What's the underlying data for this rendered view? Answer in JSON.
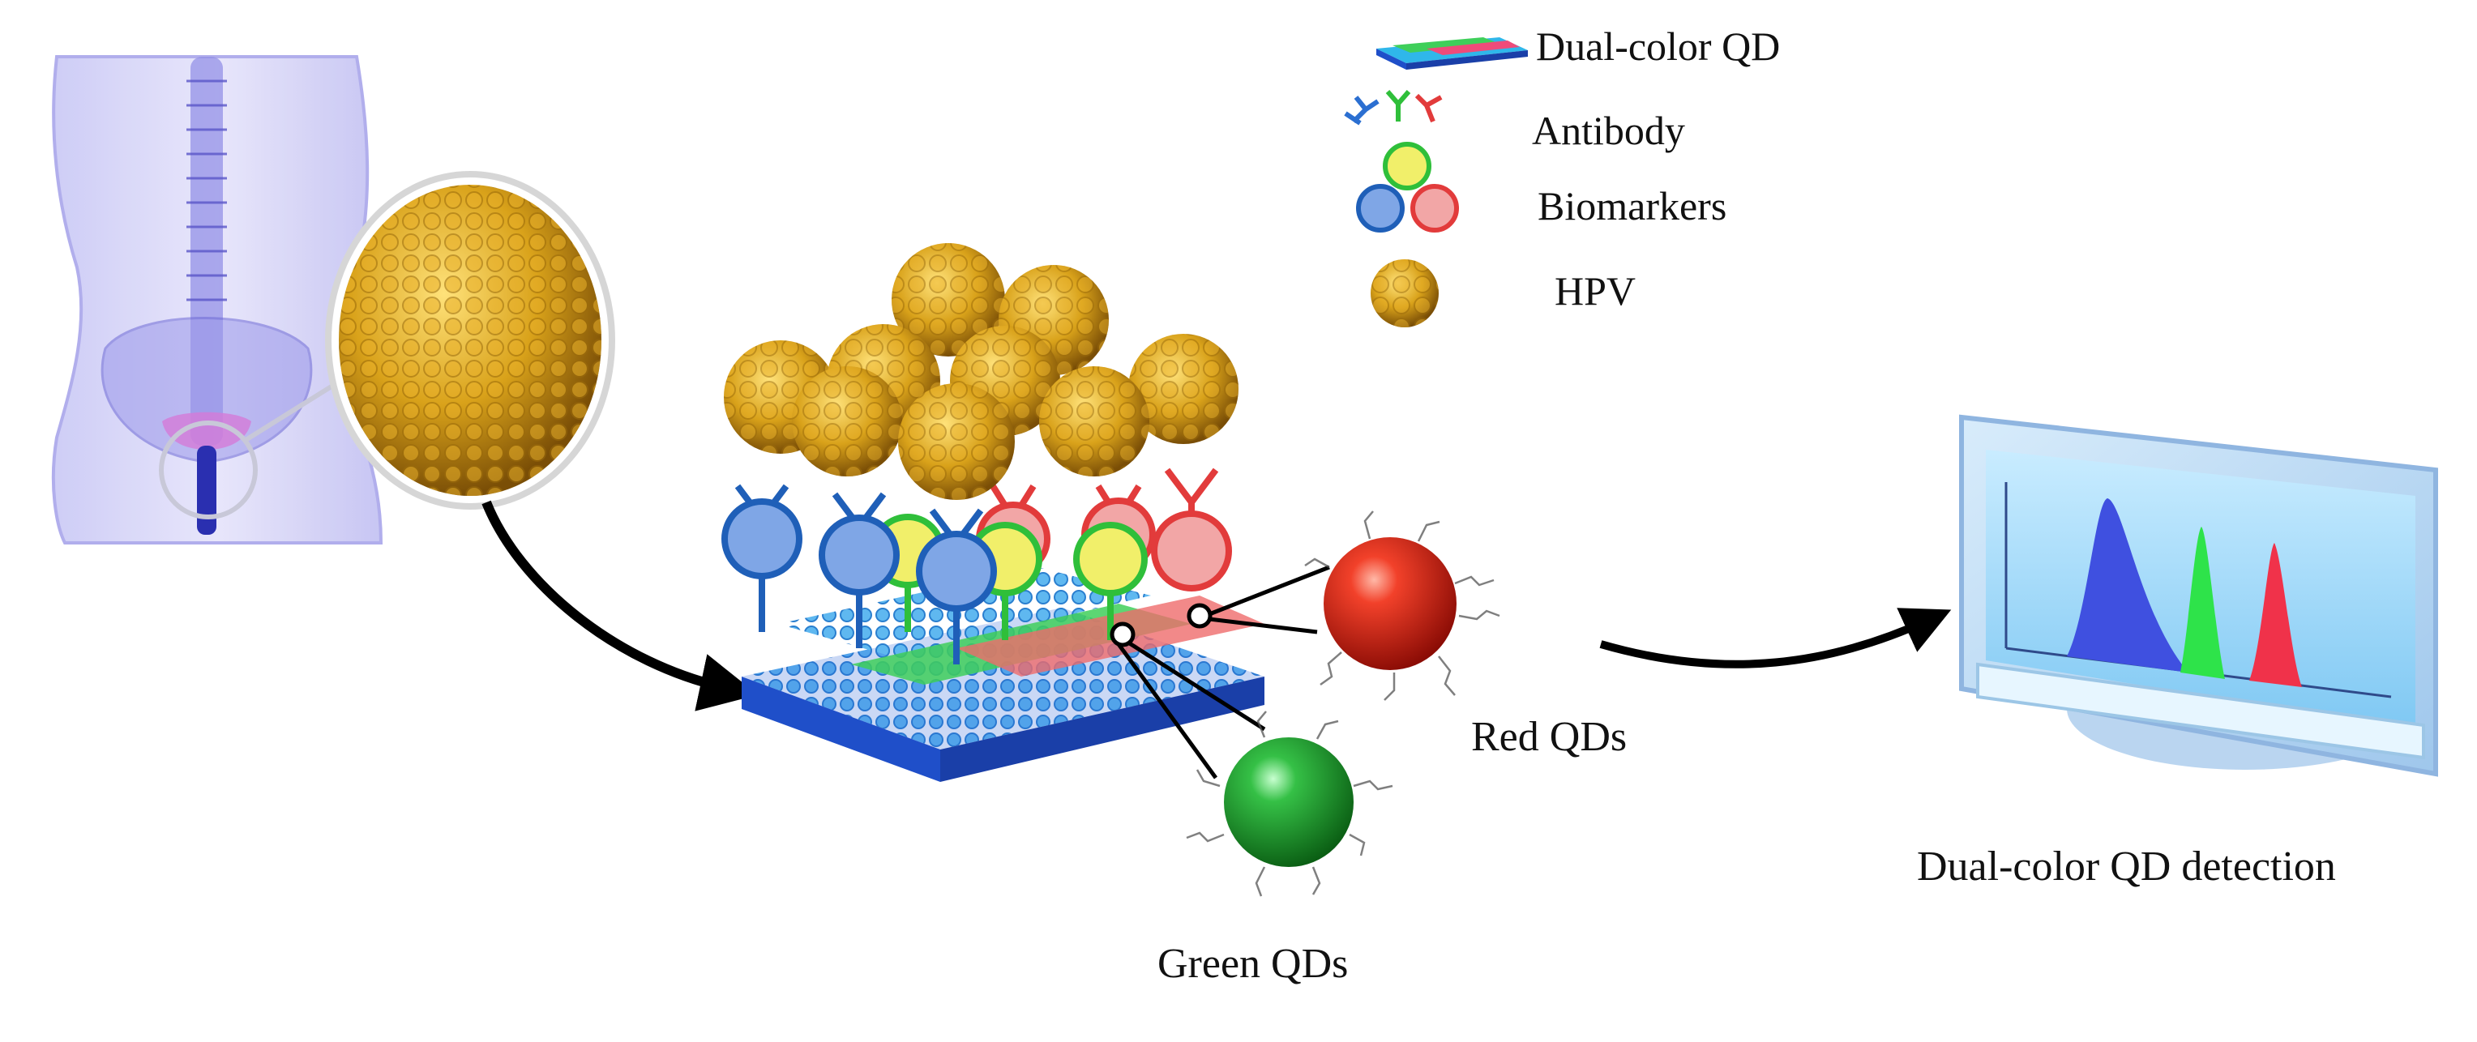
{
  "legend": {
    "dual_color_qd": "Dual-color QD",
    "antibody": "Antibody",
    "biomarkers": "Biomarkers",
    "hpv": "HPV"
  },
  "labels": {
    "red_qds": "Red QDs",
    "green_qds": "Green QDs",
    "detection": "Dual-color QD detection"
  },
  "colors": {
    "blue": "#3f6fd8",
    "green": "#2fbf3a",
    "red": "#e23b3b",
    "yellow": "#f2e84a",
    "hpv_gold": "#d7a11c",
    "substrate": "#1f4fc9"
  }
}
